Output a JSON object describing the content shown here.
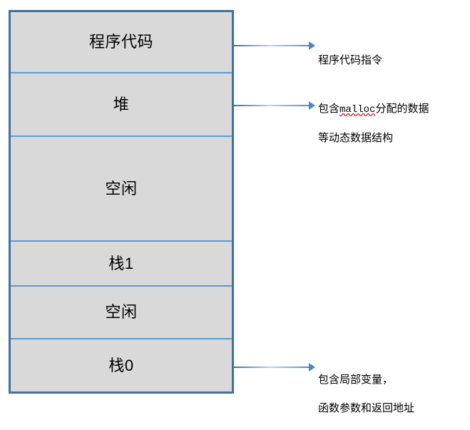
{
  "diagram": {
    "title": "process-memory-layout",
    "colors": {
      "segment_fill": "#D9D9D9",
      "outer_border": "#41719C",
      "divider": "#5B9BD5",
      "arrow": "#4A86C8",
      "spellcheck_underline": "#E03030",
      "text": "#000000",
      "background": "#FFFFFF"
    },
    "segments": [
      {
        "label": "程序代码",
        "name": "program-code"
      },
      {
        "label": "堆",
        "name": "heap"
      },
      {
        "label": "空闲",
        "name": "free-upper"
      },
      {
        "label": "栈1",
        "name": "stack-1"
      },
      {
        "label": "空闲",
        "name": "free-lower"
      },
      {
        "label": "栈0",
        "name": "stack-0"
      }
    ],
    "annotations": [
      {
        "name": "program-code-note",
        "line1": "程序代码指令",
        "line2": ""
      },
      {
        "name": "heap-note",
        "line1_prefix": "包含",
        "line1_code": "malloc",
        "line1_suffix": "分配的数据",
        "line2": "等动态数据结构"
      },
      {
        "name": "stack-0-note",
        "line1": "包含局部变量，",
        "line2": "函数参数和返回地址"
      }
    ]
  }
}
